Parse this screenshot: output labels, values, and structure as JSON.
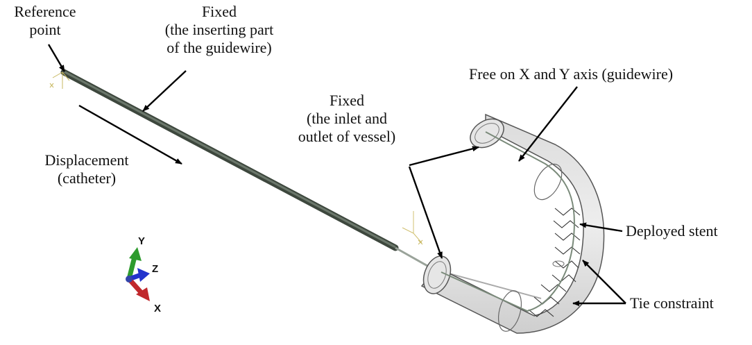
{
  "labels": {
    "reference_point_l1": "Reference",
    "reference_point_l2": "point",
    "fixed_guidewire_l1": "Fixed",
    "fixed_guidewire_l2": "(the inserting part",
    "fixed_guidewire_l3": "of the guidewire)",
    "displacement_l1": "Displacement",
    "displacement_l2": "(catheter)",
    "fixed_vessel_l1": "Fixed",
    "fixed_vessel_l2": "(the inlet and",
    "fixed_vessel_l3": "outlet of vessel)",
    "free_xy": "Free on X and Y axis (guidewire)",
    "deployed_stent": "Deployed stent",
    "tie_constraint": "Tie constraint"
  },
  "triad": {
    "y": "Y",
    "z": "Z",
    "x": "X"
  },
  "colors": {
    "y_axis": "#2e9b2e",
    "z_axis": "#2233cc",
    "x_axis": "#c0282c",
    "vessel_fill": "#d6d6d6",
    "vessel_edge": "#555555",
    "guidewire": "#4f5a4f"
  }
}
